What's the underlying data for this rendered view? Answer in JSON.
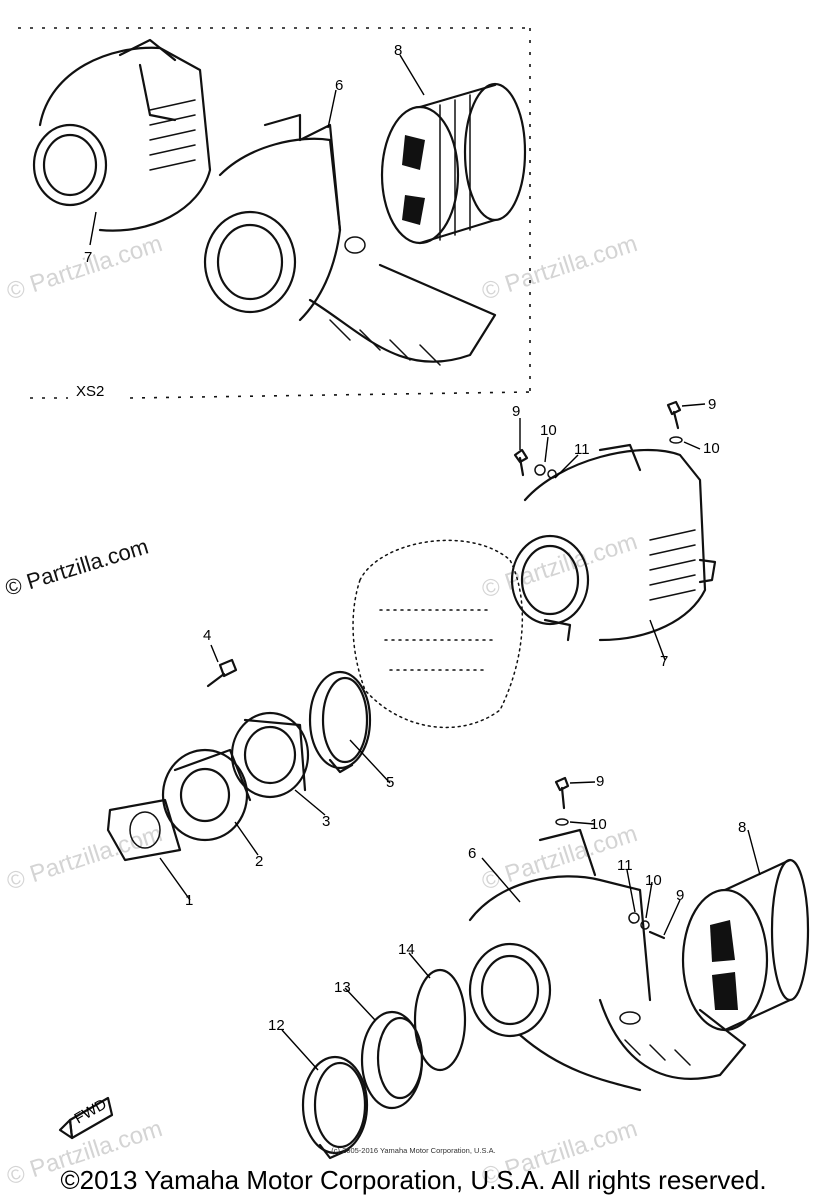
{
  "diagram": {
    "variant_label": "XS2",
    "fwd_label": "FWD",
    "callouts": [
      {
        "id": "c1",
        "text": "1"
      },
      {
        "id": "c2",
        "text": "2"
      },
      {
        "id": "c3",
        "text": "3"
      },
      {
        "id": "c4",
        "text": "4"
      },
      {
        "id": "c5",
        "text": "5"
      },
      {
        "id": "c6_top",
        "text": "6"
      },
      {
        "id": "c6_bottom",
        "text": "6"
      },
      {
        "id": "c7_top",
        "text": "7"
      },
      {
        "id": "c7_mid",
        "text": "7"
      },
      {
        "id": "c8_top",
        "text": "8"
      },
      {
        "id": "c8_bottom",
        "text": "8"
      },
      {
        "id": "c9_a",
        "text": "9"
      },
      {
        "id": "c9_b",
        "text": "9"
      },
      {
        "id": "c9_c",
        "text": "9"
      },
      {
        "id": "c9_d",
        "text": "9"
      },
      {
        "id": "c10_a",
        "text": "10"
      },
      {
        "id": "c10_b",
        "text": "10"
      },
      {
        "id": "c10_c",
        "text": "10"
      },
      {
        "id": "c10_d",
        "text": "10"
      },
      {
        "id": "c11_a",
        "text": "11"
      },
      {
        "id": "c11_b",
        "text": "11"
      },
      {
        "id": "c12",
        "text": "12"
      },
      {
        "id": "c13",
        "text": "13"
      },
      {
        "id": "c14",
        "text": "14"
      }
    ]
  },
  "watermarks": {
    "partzilla": "© Partzilla.com"
  },
  "footer": {
    "small_copyright": "(c) 2005-2016 Yamaha Motor Corporation, U.S.A.",
    "main_copyright": "©2013 Yamaha Motor Corporation, U.S.A. All rights reserved."
  }
}
